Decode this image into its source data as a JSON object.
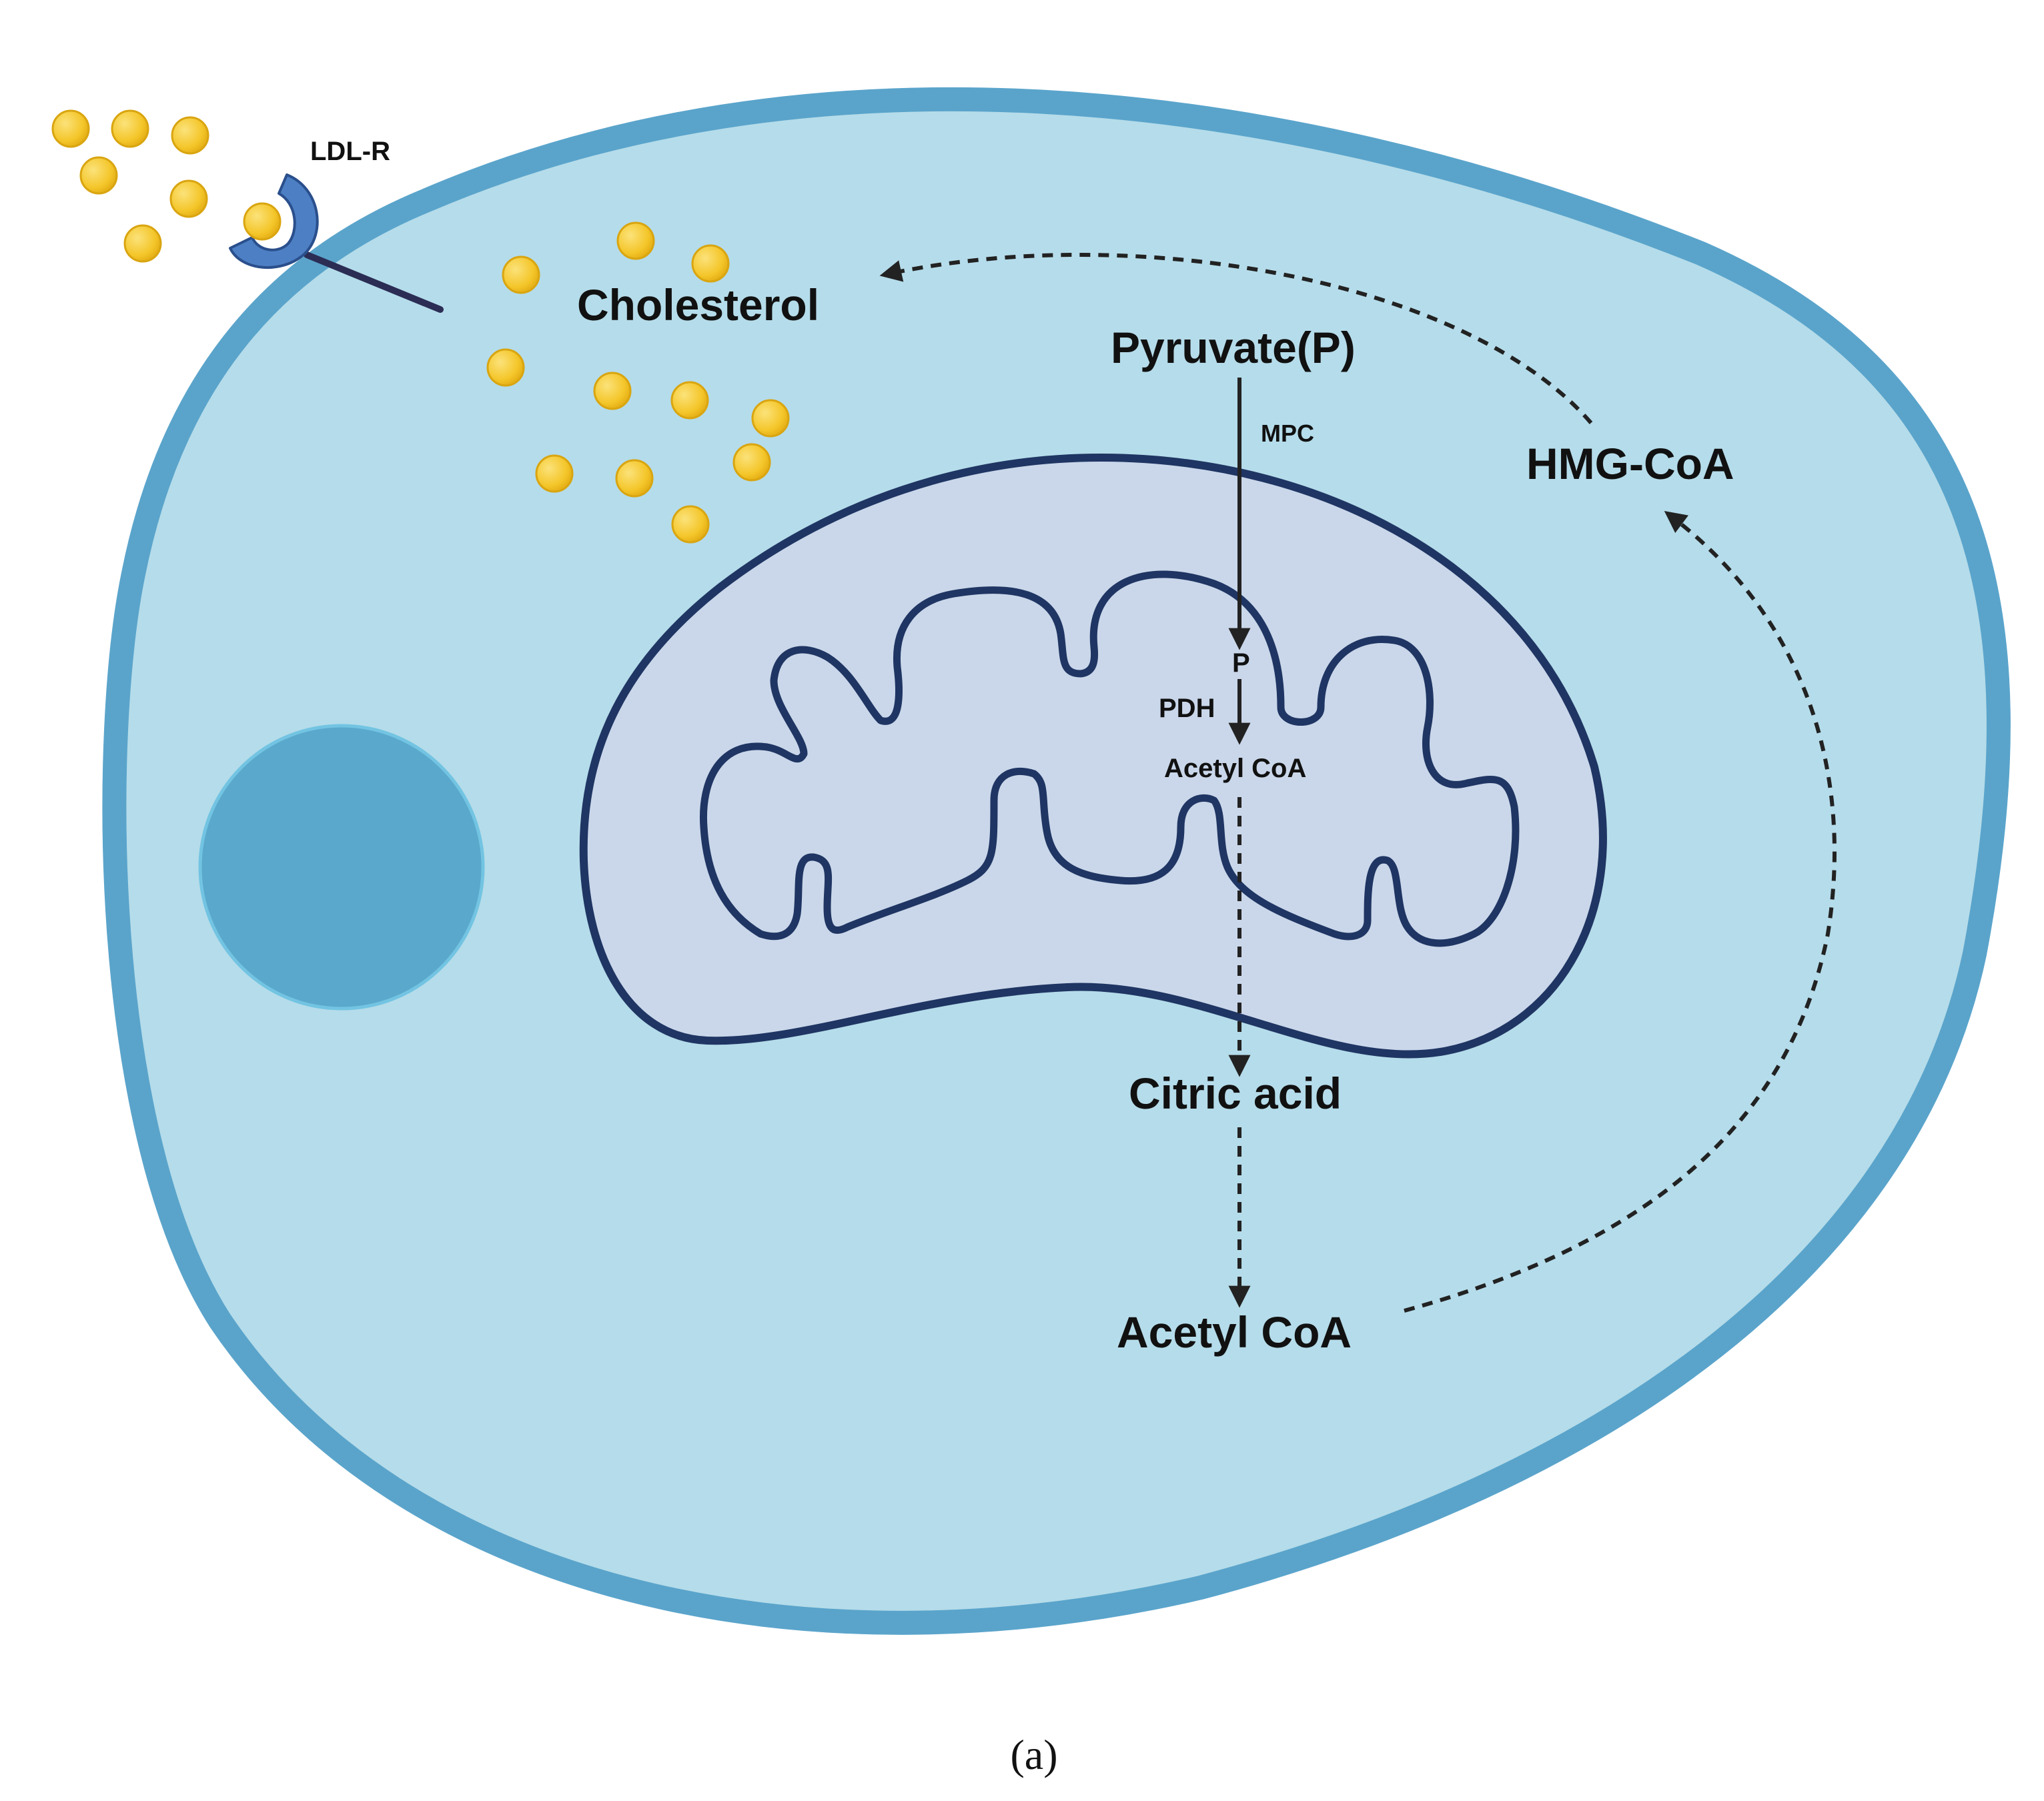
{
  "figure": {
    "caption": "(a)",
    "colors": {
      "cell_fill": "#b5dcea",
      "cell_membrane": "#5aa4cb",
      "nucleus": "#5aa8cc",
      "mito_fill": "#cad7ea",
      "mito_outline": "#1f3563",
      "cholesterol": "#f4c62a",
      "receptor": "#4d7fc4",
      "receptor_stalk": "#2b2d55",
      "arrow": "#222222"
    }
  },
  "labels": {
    "ldlr": "LDL-R",
    "cholesterol": "Cholesterol",
    "pyruvate": "Pyruvate(P)",
    "mpc": "MPC",
    "hmg_coa": "HMG-CoA",
    "p": "P",
    "pdh": "PDH",
    "acetyl_coa_mito": "Acetyl CoA",
    "citric_acid": "Citric acid",
    "acetyl_coa_cyto": "Acetyl CoA"
  }
}
